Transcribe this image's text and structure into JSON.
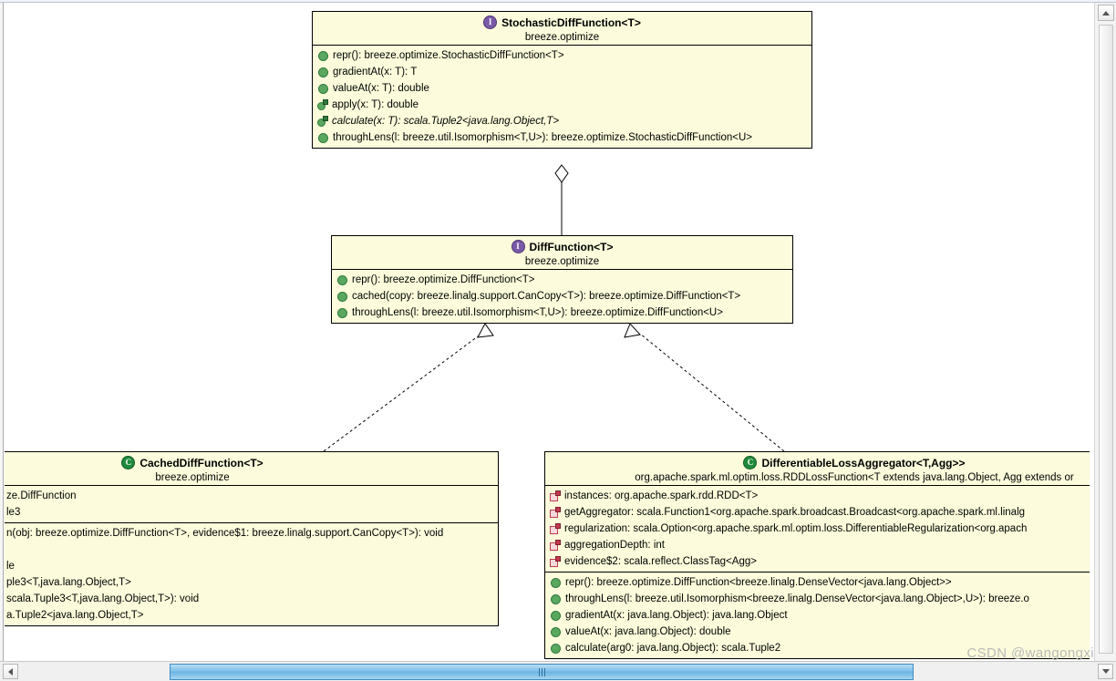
{
  "watermark": "CSDN @wangongxi",
  "classes": {
    "stochastic": {
      "title": "StochasticDiffFunction<T>",
      "subtitle": "breeze.optimize",
      "kind_icon": "interface-icon",
      "methods": [
        {
          "icon": "method-icon",
          "text": "repr(): breeze.optimize.StochasticDiffFunction<T>",
          "abstract": false
        },
        {
          "icon": "method-icon",
          "text": "gradientAt(x: T): T",
          "abstract": false
        },
        {
          "icon": "method-icon",
          "text": "valueAt(x: T): double",
          "abstract": false
        },
        {
          "icon": "method-badge-icon",
          "text": "apply(x: T): double",
          "abstract": false
        },
        {
          "icon": "method-badge-icon",
          "text": "calculate(x: T): scala.Tuple2<java.lang.Object,T>",
          "abstract": true
        },
        {
          "icon": "method-icon",
          "text": "throughLens(l: breeze.util.Isomorphism<T,U>): breeze.optimize.StochasticDiffFunction<U>",
          "abstract": false
        }
      ]
    },
    "difffunction": {
      "title": "DiffFunction<T>",
      "subtitle": "breeze.optimize",
      "kind_icon": "interface-icon",
      "methods": [
        {
          "icon": "method-icon",
          "text": "repr(): breeze.optimize.DiffFunction<T>",
          "abstract": false
        },
        {
          "icon": "method-icon",
          "text": "cached(copy: breeze.linalg.support.CanCopy<T>): breeze.optimize.DiffFunction<T>",
          "abstract": false
        },
        {
          "icon": "method-icon",
          "text": "throughLens(l: breeze.util.Isomorphism<T,U>): breeze.optimize.DiffFunction<U>",
          "abstract": false
        }
      ]
    },
    "cached": {
      "title": "CachedDiffFunction<T>",
      "subtitle": "breeze.optimize",
      "kind_icon": "class-icon",
      "fields": [
        {
          "icon": "field-icon",
          "text": "ze.DiffFunction",
          "abstract": false
        },
        {
          "icon": "field-icon",
          "text": "le3",
          "abstract": false
        }
      ],
      "methods": [
        {
          "icon": "method-icon",
          "text": "n(obj: breeze.optimize.DiffFunction<T>, evidence$1: breeze.linalg.support.CanCopy<T>): void",
          "abstract": false
        },
        {
          "icon": "method-icon",
          "text": "",
          "abstract": false
        },
        {
          "icon": "method-icon",
          "text": "le",
          "abstract": false
        },
        {
          "icon": "method-icon",
          "text": "ple3<T,java.lang.Object,T>",
          "abstract": false
        },
        {
          "icon": "method-icon",
          "text": "scala.Tuple3<T,java.lang.Object,T>): void",
          "abstract": false
        },
        {
          "icon": "method-icon",
          "text": "a.Tuple2<java.lang.Object,T>",
          "abstract": false
        }
      ]
    },
    "aggregator": {
      "title": "DifferentiableLossAggregator<T,Agg>>",
      "subtitle": "org.apache.spark.ml.optim.loss.RDDLossFunction<T extends java.lang.Object, Agg extends or",
      "kind_icon": "class-icon",
      "fields": [
        {
          "icon": "field-icon",
          "text": "instances: org.apache.spark.rdd.RDD<T>",
          "abstract": false
        },
        {
          "icon": "field-icon",
          "text": "getAggregator: scala.Function1<org.apache.spark.broadcast.Broadcast<org.apache.spark.ml.linalg",
          "abstract": false
        },
        {
          "icon": "field-icon",
          "text": "regularization: scala.Option<org.apache.spark.ml.optim.loss.DifferentiableRegularization<org.apach",
          "abstract": false
        },
        {
          "icon": "field-icon",
          "text": "aggregationDepth: int",
          "abstract": false
        },
        {
          "icon": "field-icon",
          "text": "evidence$2: scala.reflect.ClassTag<Agg>",
          "abstract": false
        }
      ],
      "methods": [
        {
          "icon": "method-icon",
          "text": "repr(): breeze.optimize.DiffFunction<breeze.linalg.DenseVector<java.lang.Object>>",
          "abstract": false
        },
        {
          "icon": "method-icon",
          "text": "throughLens(l: breeze.util.Isomorphism<breeze.linalg.DenseVector<java.lang.Object>,U>): breeze.o",
          "abstract": false
        },
        {
          "icon": "method-icon",
          "text": "gradientAt(x: java.lang.Object): java.lang.Object",
          "abstract": false
        },
        {
          "icon": "method-icon",
          "text": "valueAt(x: java.lang.Object): double",
          "abstract": false
        },
        {
          "icon": "method-icon",
          "text": "calculate(arg0: java.lang.Object): scala.Tuple2",
          "abstract": false
        }
      ]
    }
  },
  "icon_glyphs": {
    "interface": "I",
    "class": "C"
  },
  "colors": {
    "class_fill": "#fcfcdc",
    "class_border": "#000000",
    "interface_icon": "#7a5aa8",
    "class_icon": "#1f8a3b",
    "method_icon": "#5aa860",
    "field_icon": "#c23a4e",
    "scroll_thumb": "#7cc0e8"
  }
}
